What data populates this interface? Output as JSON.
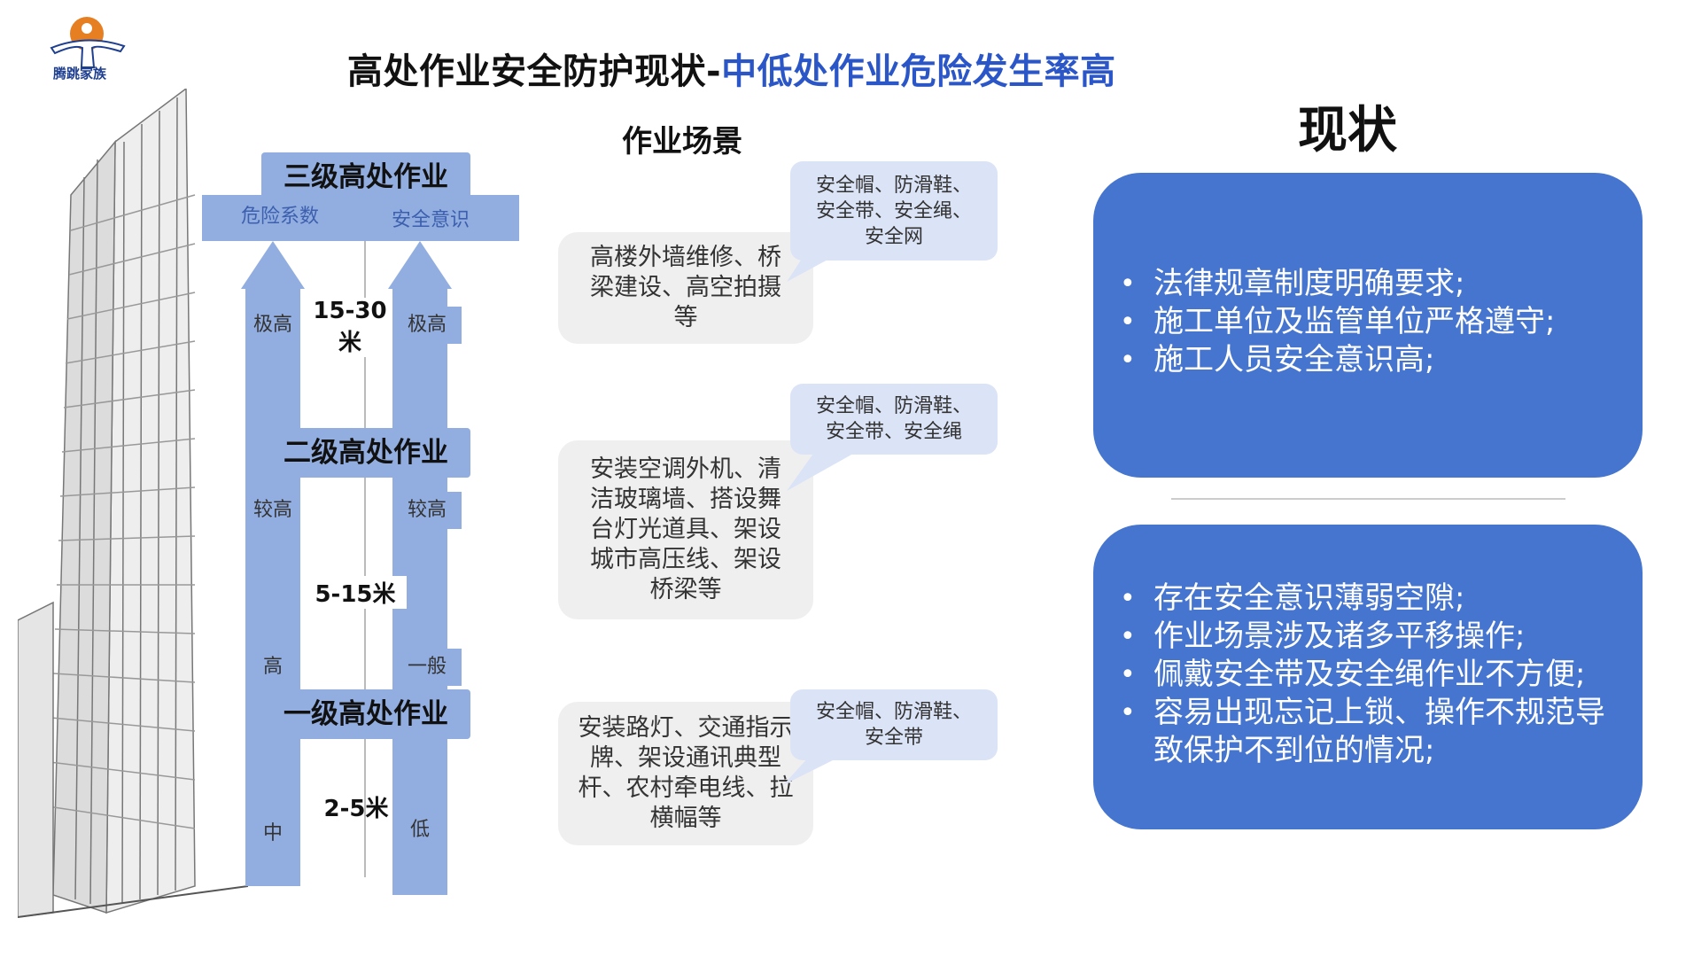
{
  "logo": {
    "text": "腾跳家族",
    "brand_color": "#e67e22"
  },
  "title": {
    "part1": "高处作业安全防护现状-",
    "part2": "中低处作业危险发生率高"
  },
  "diagram": {
    "top_labels": {
      "left": "危险系数",
      "right": "安全意识"
    },
    "levels": [
      {
        "name": "三级高处作业",
        "height": "15-30米",
        "danger": "极高",
        "awareness": "极高"
      },
      {
        "name": "二级高处作业",
        "height": "5-15米",
        "danger": "较高",
        "awareness": "较高"
      },
      {
        "name": "一级高处作业",
        "height": "2-5米",
        "danger_upper": "高",
        "awareness_upper": "一般",
        "danger": "中",
        "awareness": "低"
      }
    ],
    "rail_color": "#92aee0"
  },
  "scenes": {
    "title": "作业场景",
    "items": [
      {
        "scene": "高楼外墙维修、桥梁建设、高空拍摄等",
        "equipment": "安全帽、防滑鞋、安全带、安全绳、安全网"
      },
      {
        "scene": "安装空调外机、清洁玻璃墙、搭设舞台灯光道具、架设城市高压线、架设桥梁等",
        "equipment": "安全帽、防滑鞋、安全带、安全绳"
      },
      {
        "scene": "安装路灯、交通指示牌、架设通讯典型杆、农村牵电线、拉横幅等",
        "equipment": "安全帽、防滑鞋、安全带"
      }
    ]
  },
  "status": {
    "title": "现状",
    "panel_color": "#4575cf",
    "top_panel": [
      "法律规章制度明确要求;",
      "施工单位及监管单位严格遵守;",
      "施工人员安全意识高;"
    ],
    "bottom_panel": [
      "存在安全意识薄弱空隙;",
      "作业场景涉及诸多平移操作;",
      "佩戴安全带及安全绳作业不方便;",
      "容易出现忘记上锁、操作不规范导致保护不到位的情况;"
    ]
  }
}
